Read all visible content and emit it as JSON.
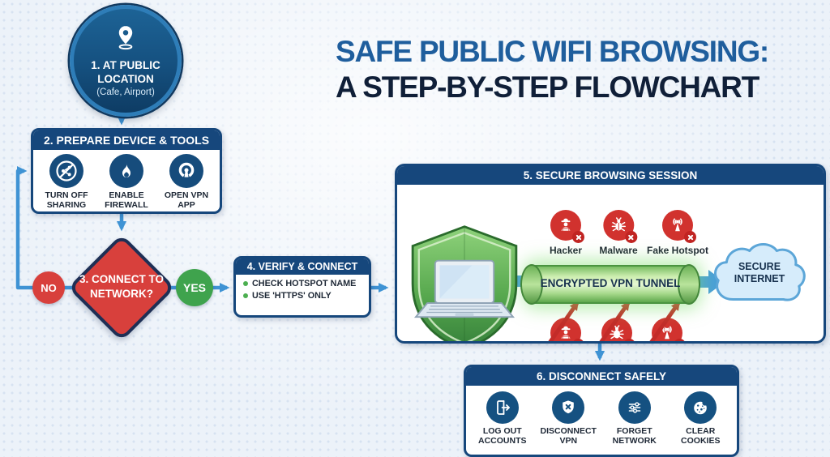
{
  "title": {
    "line1": "SAFE PUBLIC WIFI BROWSING:",
    "line2": "A STEP-BY-STEP FLOWCHART"
  },
  "flow": {
    "step1": {
      "label": "1. AT PUBLIC LOCATION",
      "sublabel": "(Cafe, Airport)",
      "icon": "location-pin-icon"
    },
    "step2": {
      "title": "2. PREPARE DEVICE & TOOLS",
      "items": [
        {
          "icon": "no-sharing-icon",
          "label": "TURN OFF SHARING"
        },
        {
          "icon": "flame-icon",
          "label": "ENABLE FIREWALL"
        },
        {
          "icon": "openvpn-icon",
          "label": "OPEN VPN APP"
        }
      ]
    },
    "step3": {
      "label": "3. CONNECT TO NETWORK?",
      "no": "NO",
      "yes": "YES"
    },
    "step4": {
      "title": "4. VERIFY & CONNECT",
      "bullets": [
        "CHECK HOTSPOT NAME",
        "USE 'HTTPS' ONLY"
      ]
    },
    "step5": {
      "title": "5. SECURE BROWSING SESSION",
      "threats": [
        {
          "icon": "hacker-icon",
          "label": "Hacker"
        },
        {
          "icon": "malware-icon",
          "label": "Malware"
        },
        {
          "icon": "fake-hotspot-icon",
          "label": "Fake Hotspot"
        }
      ],
      "tunnel_label": "ENCRYPTED VPN TUNNEL",
      "cloud_label": "SECURE INTERNET"
    },
    "step6": {
      "title": "6. DISCONNECT SAFELY",
      "items": [
        {
          "icon": "logout-icon",
          "label": "LOG OUT ACCOUNTS"
        },
        {
          "icon": "shield-x-icon",
          "label": "DISCONNECT VPN"
        },
        {
          "icon": "sliders-icon",
          "label": "FORGET NETWORK"
        },
        {
          "icon": "cookie-icon",
          "label": "CLEAR COOKIES"
        }
      ]
    }
  },
  "colors": {
    "navy": "#16477c",
    "title_blue": "#1f5e9d",
    "title_dark": "#101f38",
    "red": "#d8403c",
    "threat_red": "#d1322e",
    "yes_green": "#3fa34d",
    "arrow_blue": "#3f93d4",
    "tunnel_green": "#cdeeb0",
    "cloud_fill": "#d6ecfb",
    "background": "#ecf2f9"
  }
}
